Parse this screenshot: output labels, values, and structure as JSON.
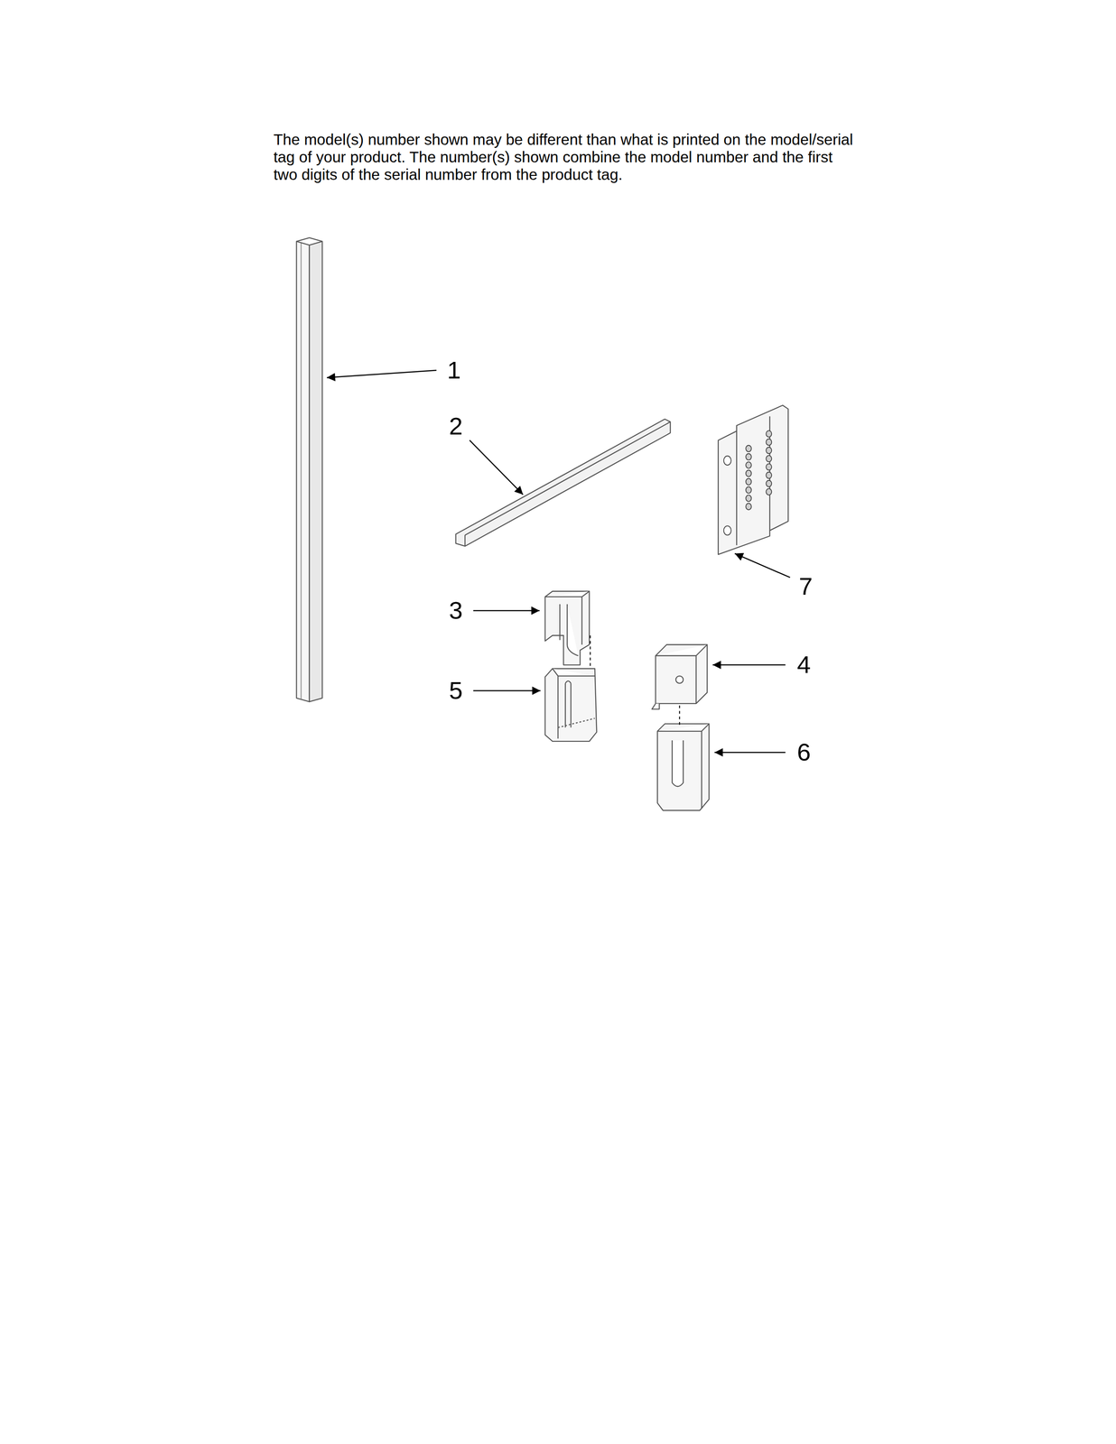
{
  "diagram": {
    "labels": [
      "The model(s) number shown may be different than what is printed on the model/serial tag of your product. The number(s) shown combine the model number and the first two digits of the serial number from the product tag.",
      "1",
      "2",
      "7",
      "3",
      "4",
      "5",
      "6"
    ]
  }
}
